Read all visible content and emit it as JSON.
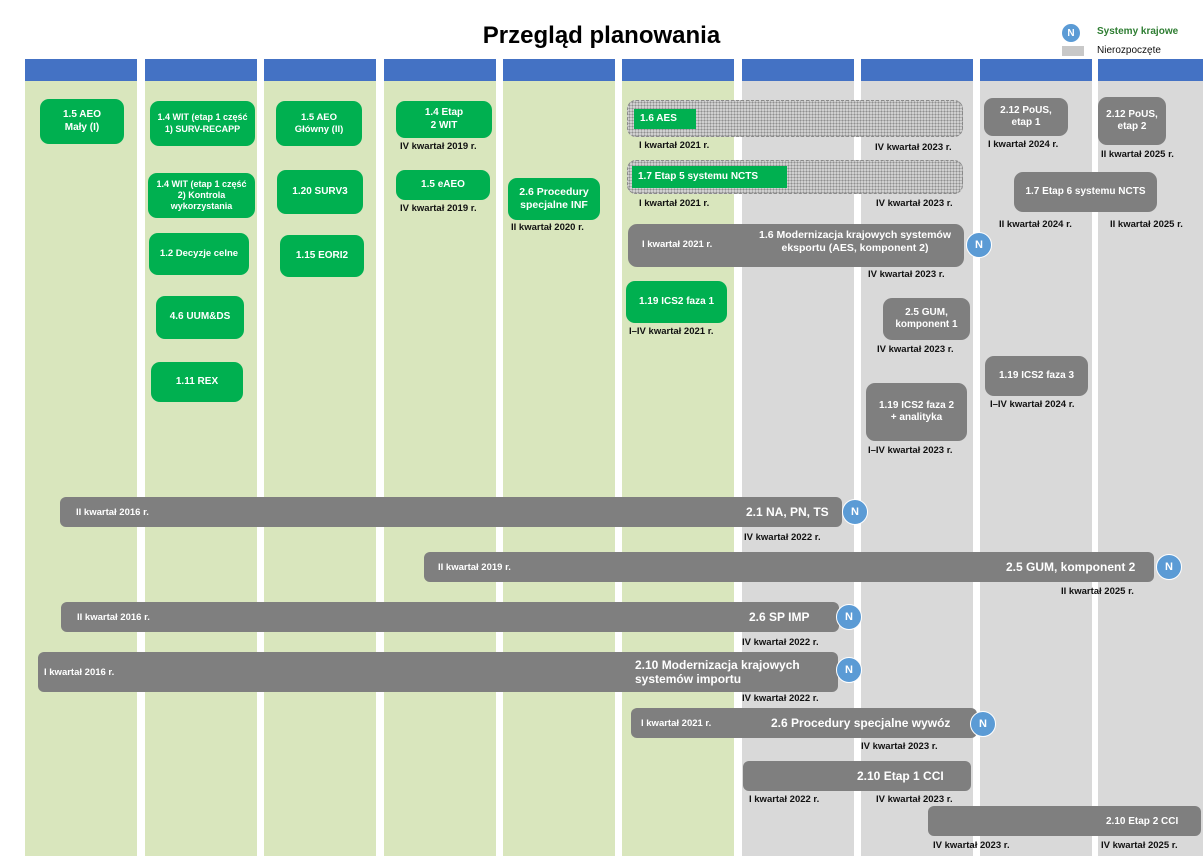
{
  "title": "Przegląd planowania",
  "legend": {
    "n_letter": "N",
    "systemy_krajowe": "Systemy krajowe",
    "nierozpoczete": "Nierozpoczęte"
  },
  "colors": {
    "header_blue": "#4472c4",
    "green_column": "#d9e6bd",
    "grey_column": "#d9d9d9",
    "green_box": "#00b050",
    "grey_box": "#7f7f7f",
    "n_circle": "#5b9bd5"
  },
  "boxes": {
    "aeo_maly": "1.5 AEO\nMały (I)",
    "wit_etap1_cz1": "1.4 WIT (etap 1 część 1) SURV-RECAPP",
    "wit_etap1_cz2": "1.4 WIT (etap 1 część 2) Kontrola wykorzystania",
    "decyzje_celne": "1.2 Decyzje celne",
    "uum_ds": "4.6 UUM&DS",
    "rex": "1.11 REX",
    "aeo_glowny": "1.5 AEO\nGłówny (II)",
    "surv3": "1.20 SURV3",
    "eori2": "1.15 EORI2",
    "wit_etap2": "1.4 Etap\n2 WIT",
    "eaeo": "1.5 eAEO",
    "procedury_inf": "2.6 Procedury specjalne INF",
    "aes": "1.6 AES",
    "ncts5": "1.7 Etap 5 systemu NCTS",
    "modern_aes": "1.6 Modernizacja krajowych systemów eksportu (AES, komponent 2)",
    "modern_aes_start": "I kwartał 2021 r.",
    "ics2_f1": "1.19 ICS2 faza 1",
    "gum_k1": "2.5 GUM,\nkomponent 1",
    "ics2_f2": "1.19 ICS2 faza 2\n+ analityka",
    "ics2_f3": "1.19 ICS2 faza 3",
    "pous1": "2.12 PoUS,\netap 1",
    "pous2": "2.12 PoUS,\netap 2",
    "ncts6": "1.7 Etap 6 systemu NCTS"
  },
  "labels": {
    "wit2_date": "IV kwartał 2019 r.",
    "eaeo_date": "IV kwartał 2019 r.",
    "inf_date": "II kwartał 2020 r.",
    "aes_start": "I kwartał 2021 r.",
    "aes_end": "IV kwartał 2023 r.",
    "ncts5_start": "I kwartał 2021 r.",
    "ncts5_end": "IV kwartał 2023 r.",
    "modern_aes_end": "IV kwartał 2023 r.",
    "ics2_f1_date": "I–IV kwartał 2021 r.",
    "gum_k1_date": "IV kwartał 2023 r.",
    "ics2_f2_date": "I–IV kwartał 2023 r.",
    "ics2_f3_date": "I–IV kwartał 2024 r.",
    "pous1_date": "I kwartał 2024 r.",
    "pous2_date": "II kwartał 2025 r.",
    "ncts6_start": "II kwartał 2024 r.",
    "ncts6_end": "II kwartał 2025 r."
  },
  "bars": {
    "na_pn_ts": {
      "start": "II kwartał 2016 r.",
      "name": "2.1 NA, PN, TS",
      "end": "IV kwartał 2022 r."
    },
    "gum_k2": {
      "start": "II kwartał 2019 r.",
      "name": "2.5 GUM, komponent 2",
      "end": "II kwartał 2025 r."
    },
    "sp_imp": {
      "start": "II kwartał 2016 r.",
      "name": "2.6 SP IMP",
      "end": "IV kwartał 2022 r."
    },
    "modern_import": {
      "start": "I kwartał 2016 r.",
      "name": "2.10 Modernizacja krajowych systemów importu",
      "end": "IV kwartał 2022 r."
    },
    "procedury_wywoz": {
      "start": "I kwartał 2021 r.",
      "name": "2.6 Procedury specjalne wywóz",
      "end": "IV kwartał 2023 r."
    },
    "cci1": {
      "name": "2.10 Etap 1 CCI",
      "start": "I kwartał 2022 r.",
      "end": "IV kwartał 2023 r."
    },
    "cci2": {
      "name": "2.10 Etap 2 CCI",
      "start": "IV kwartał 2023 r.",
      "end": "IV kwartał 2025 r."
    }
  }
}
